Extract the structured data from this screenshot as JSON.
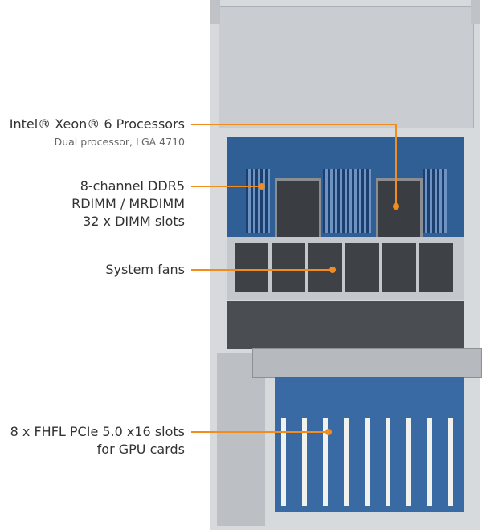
{
  "labels": {
    "processor": {
      "title": "Intel® Xeon® 6 Processors",
      "subtitle": "Dual processor, LGA 4710"
    },
    "memory": {
      "line1": "8-channel DDR5",
      "line2": "RDIMM / MRDIMM",
      "line3": "32 x DIMM slots"
    },
    "fans": {
      "title": "System fans"
    },
    "pcie": {
      "line1": "8 x FHFL PCIe 5.0 x16 slots",
      "line2": "for GPU cards"
    }
  },
  "colors": {
    "accent": "#f28c1c",
    "board": "#2f5f95",
    "chassis": "#d7dadd"
  }
}
